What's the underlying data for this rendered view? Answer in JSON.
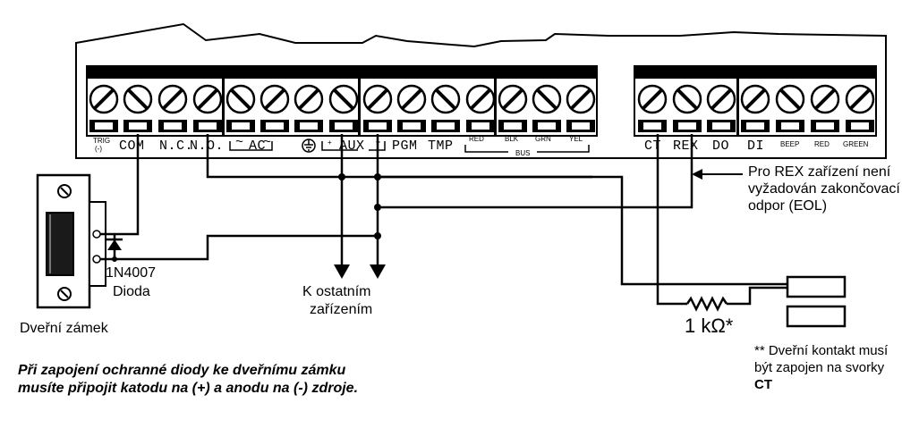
{
  "terminals_left": {
    "trig_top": "TRIG",
    "trig_bottom": "(-)",
    "com": "COM",
    "nc": "N.C.",
    "no": "N.O.",
    "ac_tilde_left": "~",
    "ac": "AC",
    "ac_tilde_right": "~",
    "aux_plus": "+",
    "aux": "AUX",
    "aux_minus": "-",
    "pgm": "PGM",
    "tmp": "TMP",
    "red": "RED",
    "blk": "BLK",
    "grn": "GRN",
    "yel": "YEL",
    "bus": "BUS"
  },
  "terminals_right": {
    "ct": "CT",
    "rex": "REX",
    "do": "DO",
    "di": "DI",
    "beep": "BEEP",
    "red": "RED",
    "green": "GREEN"
  },
  "labels": {
    "diode_part": "1N4007",
    "diode_name": "Dioda",
    "door_lock": "Dveřní zámek",
    "other_devices_line1": "K ostatním",
    "other_devices_line2": "zařízením",
    "resistor": "1 kΩ*",
    "rex_note": "Pro REX zařízení není vyžadován zakončovací odpor (EOL)",
    "ct_note_text": "** Dveřní kontakt musí být zapojen na svorky",
    "ct_note_bold": "CT",
    "diode_note": "Při zapojení ochranné diody ke dveřnímu zámku musíte připojit katodu na (+) a anodu na (-) zdroje."
  }
}
